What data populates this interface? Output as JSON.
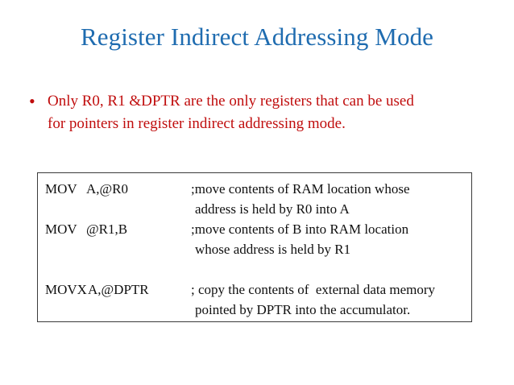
{
  "slide": {
    "title": "Register Indirect Addressing Mode",
    "title_color": "#1f6cb0",
    "background_color": "#ffffff"
  },
  "bullets": [
    {
      "marker": "•",
      "color": "#c00d0d",
      "line1": "Only R0, R1 &DPTR are the only registers that can be used",
      "line2": "for pointers in register indirect addressing mode."
    }
  ],
  "code_box": {
    "border_color": "#3a3a3a",
    "text_color": "#101010",
    "lines": [
      {
        "mnemonic": "MOV",
        "operand": "A,@R0",
        "comment": ";move contents of RAM location whose"
      },
      {
        "mnemonic": "",
        "operand": "",
        "comment": "address is held by R0 into A"
      },
      {
        "mnemonic": "MOV",
        "operand": "@R1,B",
        "comment": ";move contents of B into RAM location"
      },
      {
        "mnemonic": "",
        "operand": "",
        "comment": "whose address is held by R1"
      },
      {
        "mnemonic": "",
        "operand": "",
        "comment": ""
      },
      {
        "mnemonic": "MOVX",
        "operand": "A,@DPTR",
        "comment": "; copy the contents of  external data memory"
      },
      {
        "mnemonic": "",
        "operand": "",
        "comment": "pointed by DPTR into the accumulator."
      }
    ]
  }
}
